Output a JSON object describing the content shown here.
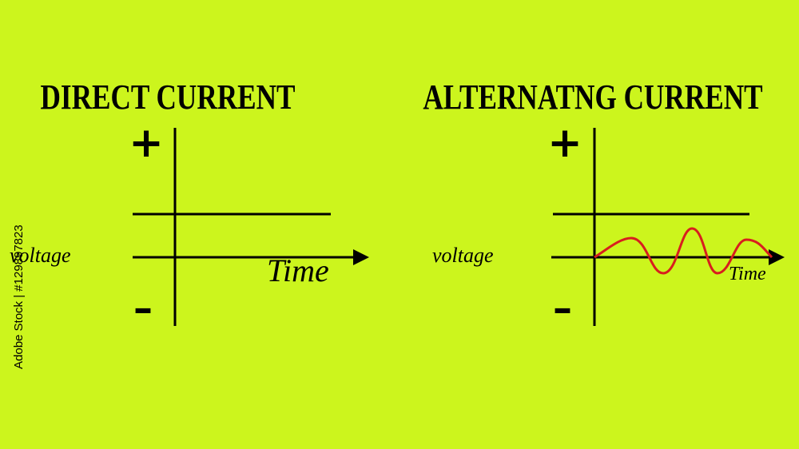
{
  "colors": {
    "background": "#ccf51d",
    "axis": "#000000",
    "wave": "#d81e1e"
  },
  "left_diagram": {
    "title": "DIRECT CURRENT",
    "plus_sign": "+",
    "minus_sign": "–",
    "y_label": "voltage",
    "x_label": "Time"
  },
  "right_diagram": {
    "title": "ALTERNATNG CURRENT",
    "plus_sign": "+",
    "minus_sign": "–",
    "y_label": "voltage",
    "x_label": "Time"
  },
  "watermark": {
    "stock_id": "Adobe Stock | #129897823"
  }
}
